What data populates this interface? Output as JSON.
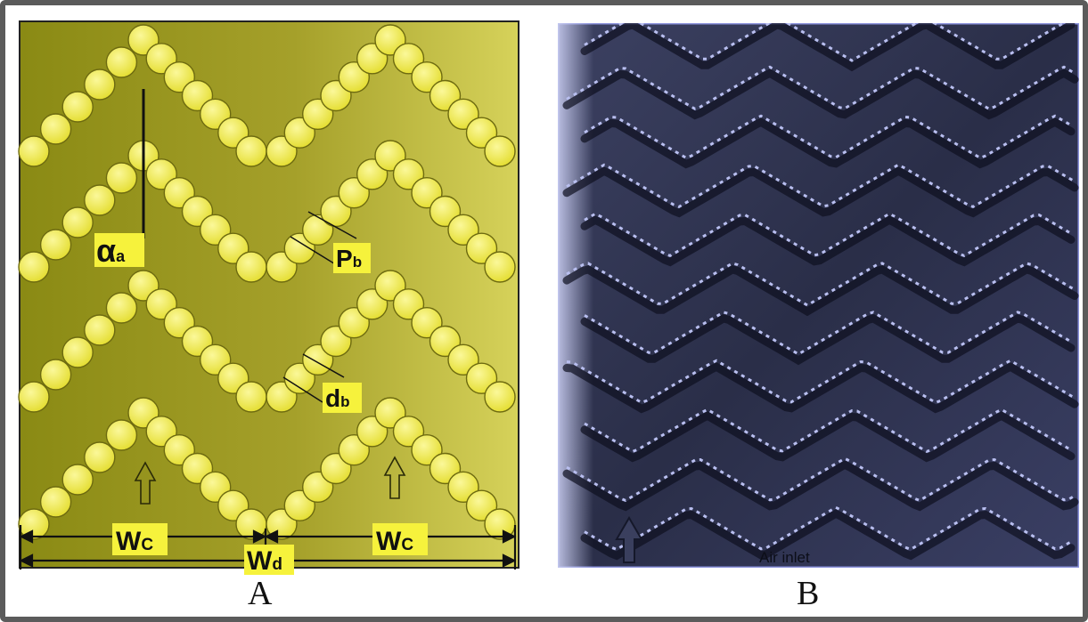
{
  "panel_a": {
    "caption": "A",
    "labels": {
      "alpha": "α",
      "alpha_sub": "a",
      "pb": "P",
      "pb_sub": "b",
      "db": "d",
      "db_sub": "b",
      "wc_left": "W",
      "wc_left_sub": "C",
      "wc_right": "W",
      "wc_right_sub": "C",
      "wd": "W",
      "wd_sub": "d"
    },
    "colors": {
      "background": "#9a9a1e",
      "bead": "#f3ee4a",
      "bead_stroke": "#6d6a10",
      "label_bg": "#f6f23c"
    }
  },
  "panel_b": {
    "caption": "B",
    "air_inlet_label": "Air inlet",
    "colors": {
      "surface_dark": "#22263a",
      "surface_light": "#aab0e0",
      "border": "#8c93dd"
    }
  }
}
